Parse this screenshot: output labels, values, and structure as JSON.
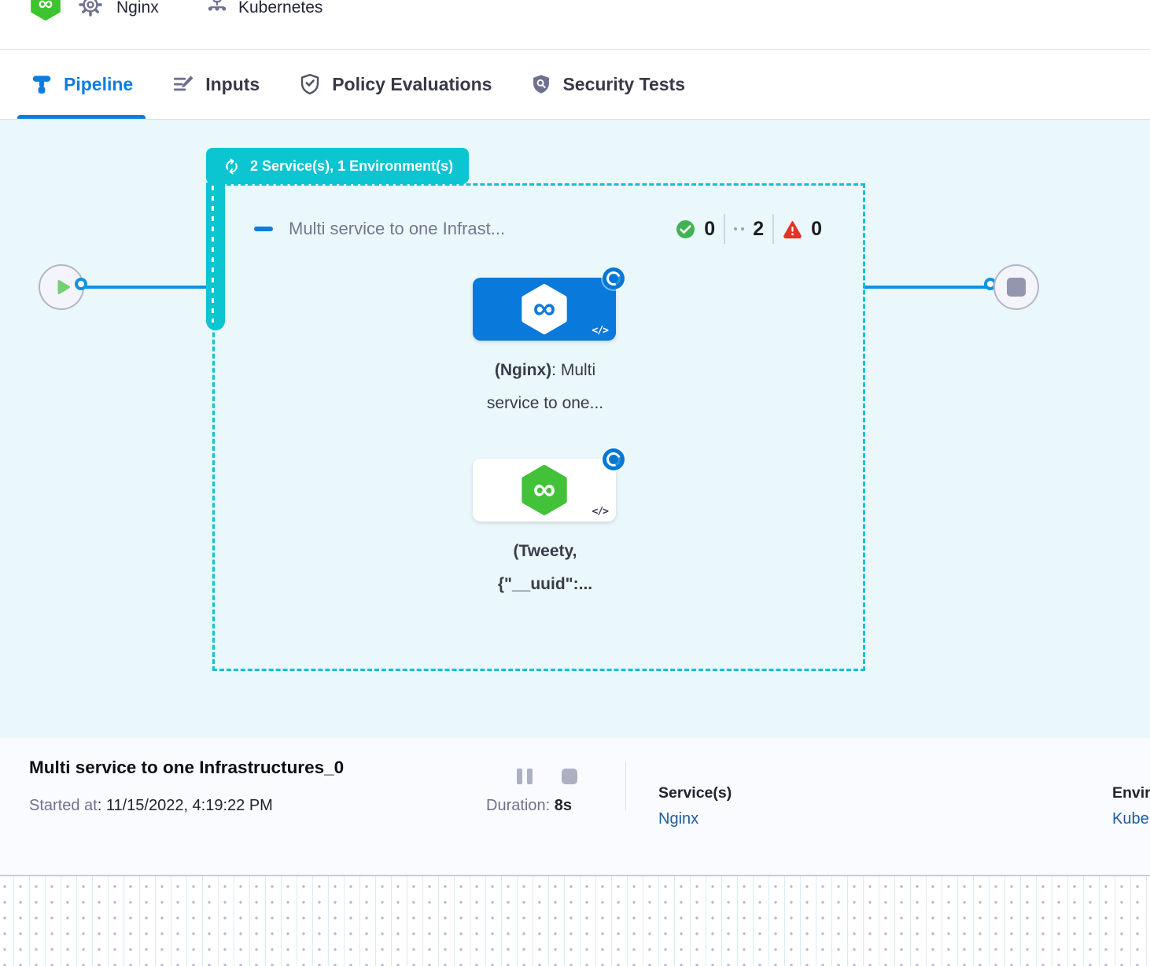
{
  "header": {
    "logo_glyph": "∞",
    "service_label": "Nginx",
    "environment_label": "Kubernetes"
  },
  "tabs": [
    {
      "label": "Pipeline",
      "active": true
    },
    {
      "label": "Inputs",
      "active": false
    },
    {
      "label": "Policy Evaluations",
      "active": false
    },
    {
      "label": "Security Tests",
      "active": false
    }
  ],
  "canvas": {
    "group_badge_label": "2 Service(s), 1 Environment(s)",
    "stage_title": "Multi service to one Infrast...",
    "counts": {
      "success": "0",
      "running": "2",
      "failed": "0"
    },
    "code_glyph": "</>",
    "infinity_glyph": "∞",
    "nodes": [
      {
        "bold": "(Nginx)",
        "rest": ": Multi service to one..."
      },
      {
        "bold": "(Tweety, {\"__uuid\":..."
      }
    ]
  },
  "footer": {
    "title": "Multi service to one Infrastructures_0",
    "started_label": "Started at",
    "started_value": ": 11/15/2022, 4:19:22 PM",
    "duration_label": "Duration:",
    "duration_value": "8s",
    "services_label": "Service(s)",
    "services_value": "Nginx",
    "environments_label": "Environment(s)",
    "environments_value": "Kubernetes"
  },
  "colors": {
    "accent_teal": "#0bc5d1",
    "primary_blue": "#0b7de0",
    "connector_blue": "#0b93e4",
    "success_green": "#42b254",
    "fail_red": "#e43326",
    "canvas_bg": "#eaf7fb"
  }
}
